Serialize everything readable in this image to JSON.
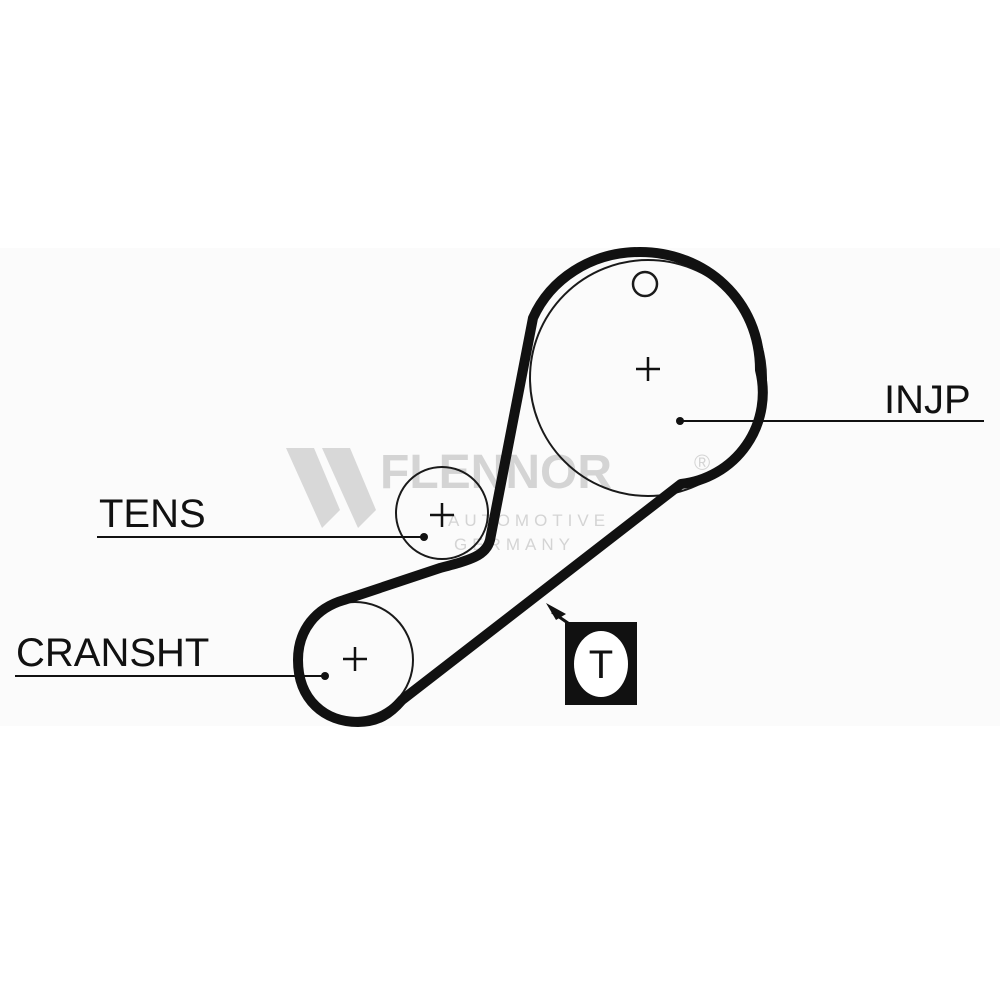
{
  "labels": {
    "injp": "INJP",
    "tens": "TENS",
    "cransht": "CRANSHT"
  },
  "tension_marker": "T",
  "watermark": {
    "brand": "FLENNOR",
    "registered": "®",
    "line1": "AUTOMOTIVE",
    "line2": "GERMANY"
  },
  "colors": {
    "belt": "#111111",
    "pulley": "#1a1a1a",
    "watermark": "#d4d4d4",
    "background": "#ffffff"
  }
}
